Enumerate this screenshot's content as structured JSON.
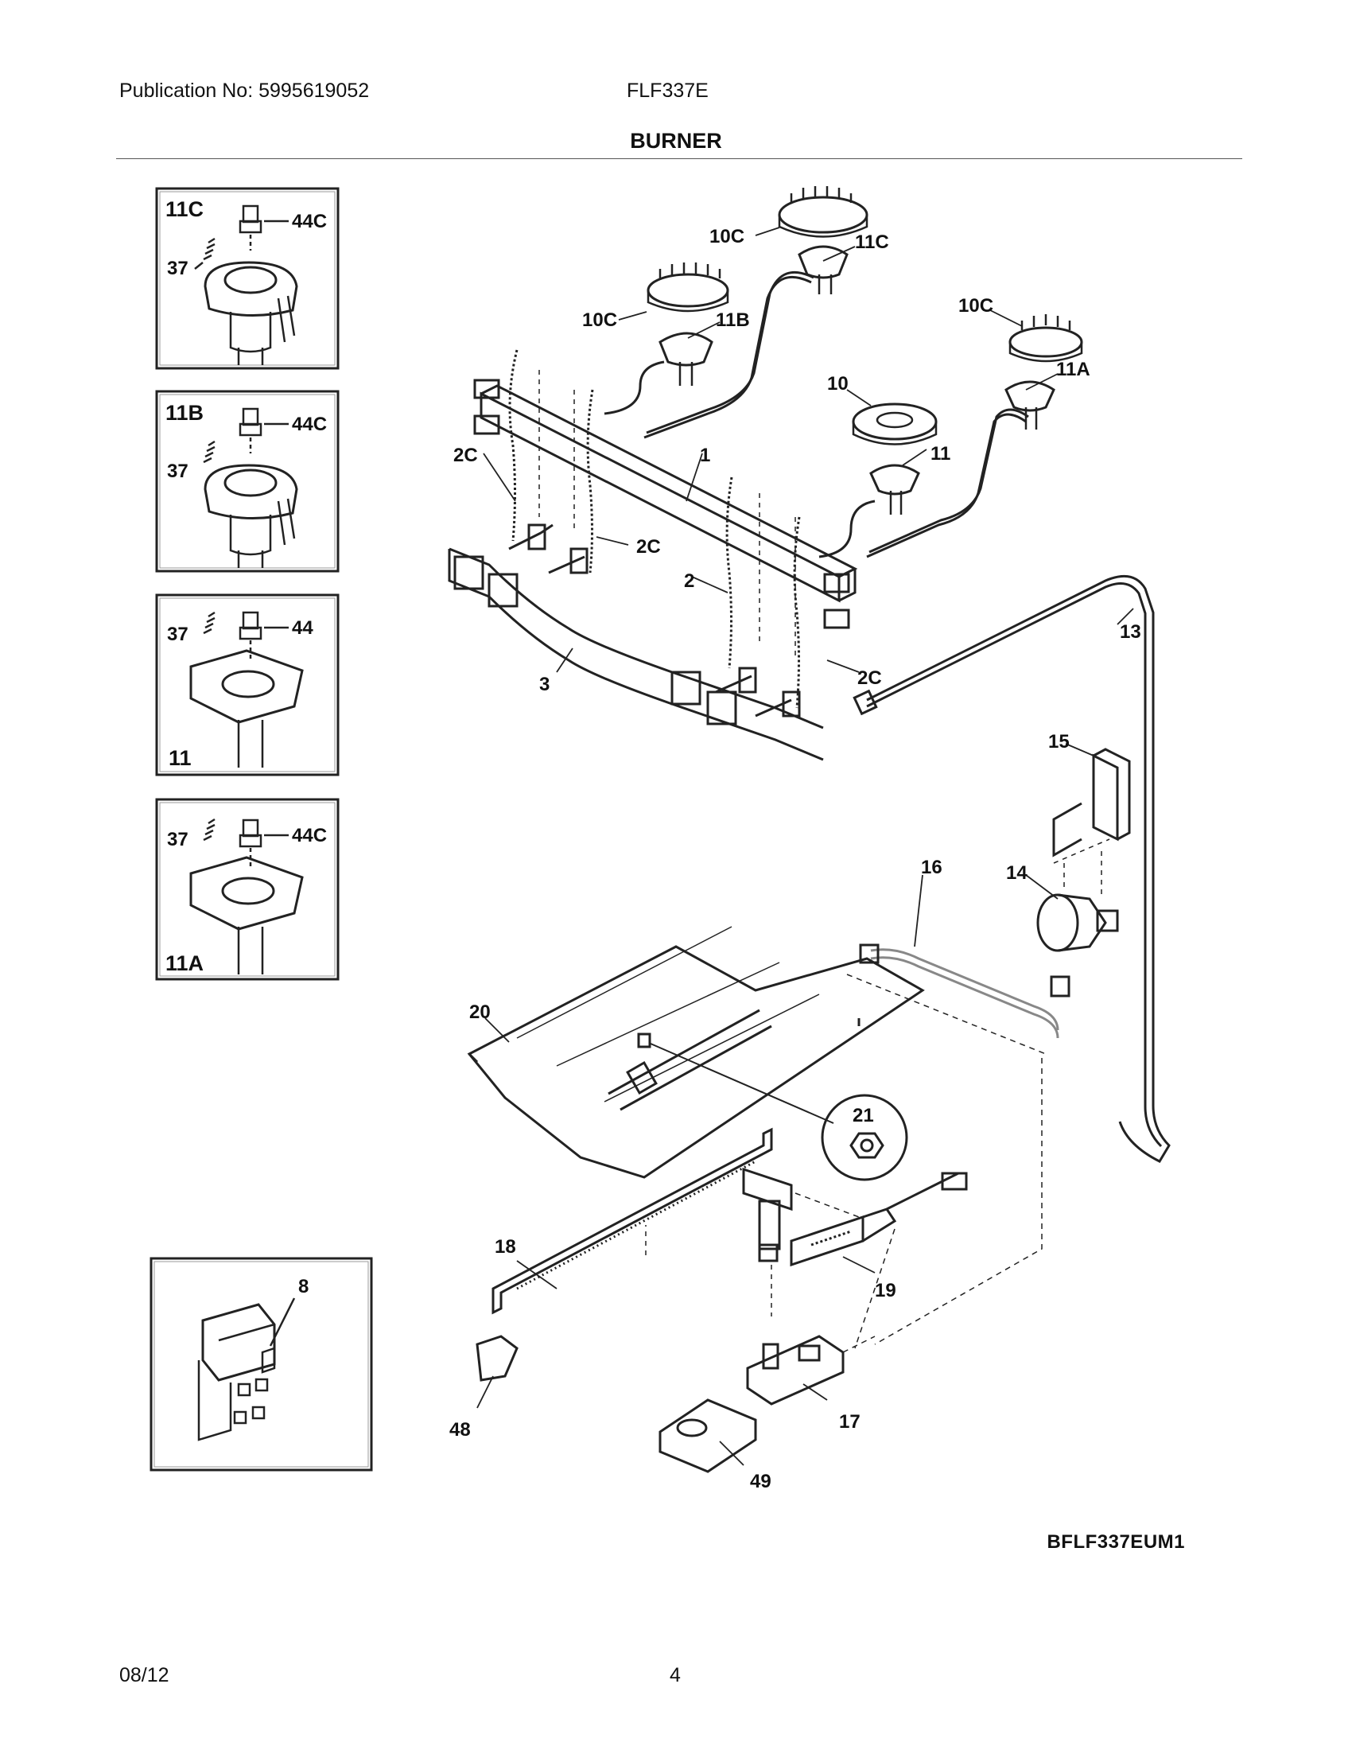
{
  "header": {
    "publication": "Publication No: 5995619052",
    "model": "FLF337E",
    "title": "BURNER"
  },
  "footer": {
    "diagram_code": "BFLF337EUM1",
    "date": "08/12",
    "page": "4"
  },
  "insets": [
    {
      "title": "11C",
      "screw": "37",
      "cap": "44C"
    },
    {
      "title": "11B",
      "screw": "37",
      "cap": "44C"
    },
    {
      "title": "11",
      "screw": "37",
      "cap": "44"
    },
    {
      "title": "11A",
      "screw": "37",
      "cap": "44C"
    }
  ],
  "relay_inset": {
    "callout": "8"
  },
  "callouts": {
    "c10c_a": "10C",
    "c11c": "11C",
    "c10c_b": "10C",
    "c11b": "11B",
    "c10c_c": "10C",
    "c11a": "11A",
    "c10": "10",
    "c11": "11",
    "c1": "1",
    "c2c_a": "2C",
    "c2c_b": "2C",
    "c2": "2",
    "c2c_c": "2C",
    "c3": "3",
    "c13": "13",
    "c15": "15",
    "c16": "16",
    "c14": "14",
    "c20": "20",
    "c21": "21",
    "c18": "18",
    "c19": "19",
    "c17": "17",
    "c48": "48",
    "c49": "49"
  }
}
